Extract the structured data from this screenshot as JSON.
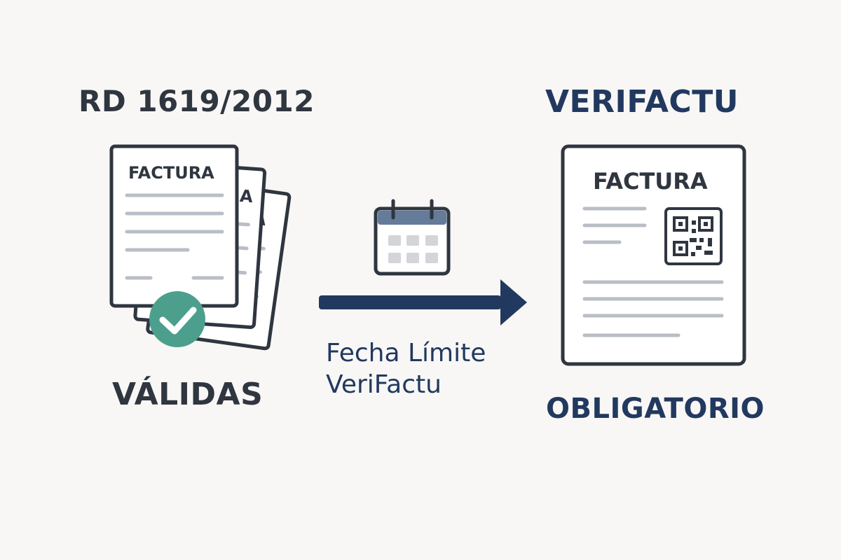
{
  "colors": {
    "background": "#f8f7f6",
    "dark_text": "#2f3640",
    "navy": "#22395f",
    "green": "#4d9f8d",
    "line_gray": "#b9bec6"
  },
  "left": {
    "heading": "RD 1619/2012",
    "document_title": "FACTURA",
    "document_back_fragment": "A",
    "status_label": "VÁLIDAS",
    "icon": "check-icon"
  },
  "middle": {
    "caption_line_1": "Fecha Límite",
    "caption_line_2": "VeriFactu",
    "icon": "calendar-icon"
  },
  "right": {
    "heading": "VERIFACTU",
    "document_title": "FACTURA",
    "status_label": "OBLIGATORIO",
    "icon": "qr-code-icon"
  }
}
